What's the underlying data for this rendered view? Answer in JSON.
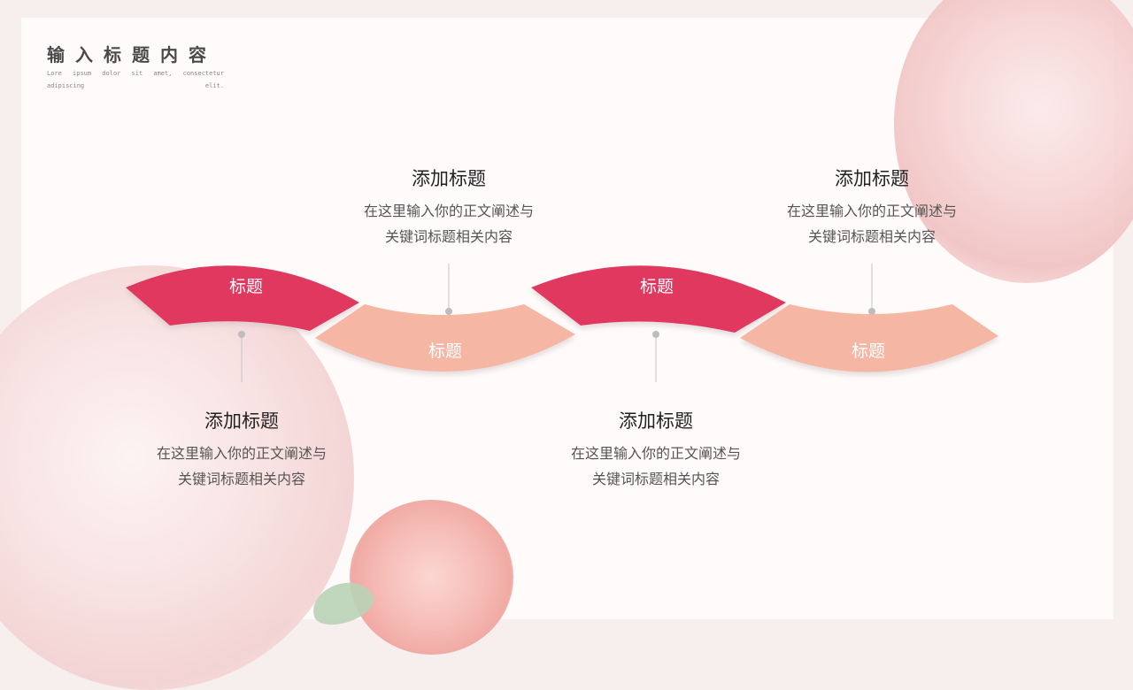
{
  "header": {
    "title": "输入标题内容",
    "subtitle": "Lore ipsum dolor sit amet, consectetur adipiscing elit."
  },
  "colors": {
    "primary": "#e0395e",
    "secondary": "#f6b6a4",
    "connector": "#bdbdbd"
  },
  "segments": [
    {
      "label": "标题",
      "color": "primary"
    },
    {
      "label": "标题",
      "color": "secondary"
    },
    {
      "label": "标题",
      "color": "primary"
    },
    {
      "label": "标题",
      "color": "secondary"
    }
  ],
  "items": [
    {
      "title": "添加标题",
      "desc_line1": "在这里输入你的正文阐述与",
      "desc_line2": "关键词标题相关内容"
    },
    {
      "title": "添加标题",
      "desc_line1": "在这里输入你的正文阐述与",
      "desc_line2": "关键词标题相关内容"
    },
    {
      "title": "添加标题",
      "desc_line1": "在这里输入你的正文阐述与",
      "desc_line2": "关键词标题相关内容"
    },
    {
      "title": "添加标题",
      "desc_line1": "在这里输入你的正文阐述与",
      "desc_line2": "关键词标题相关内容"
    }
  ]
}
